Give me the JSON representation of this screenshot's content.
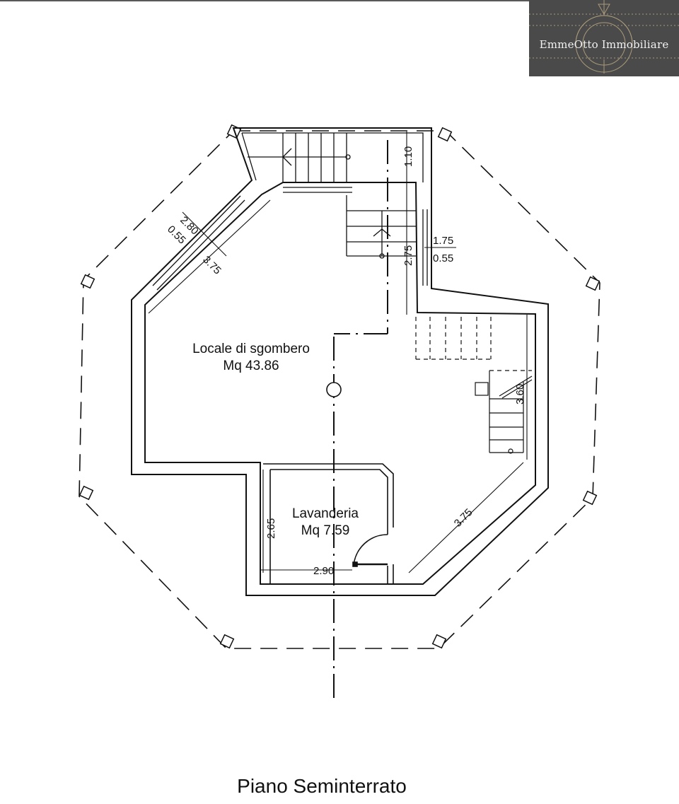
{
  "logo": {
    "text": "EmmeOtto Immobiliare",
    "bg": "#4a4a4a",
    "accent": "#c8b48a"
  },
  "rooms": [
    {
      "name": "Locale di sgombero",
      "area": "Mq 43.86"
    },
    {
      "name": "Lavanderia",
      "area": "Mq 7.59"
    }
  ],
  "dimensions": {
    "d1": "2.80",
    "d2": "0.55",
    "d3": "3.75",
    "d4": "1.10",
    "d5": "2.75",
    "d6": "1.75",
    "d7": "0.55",
    "d8": "3.60",
    "d9": "3.75",
    "d10": "2.65",
    "d11": "2.90"
  },
  "floor_title": "Piano Seminterrato"
}
